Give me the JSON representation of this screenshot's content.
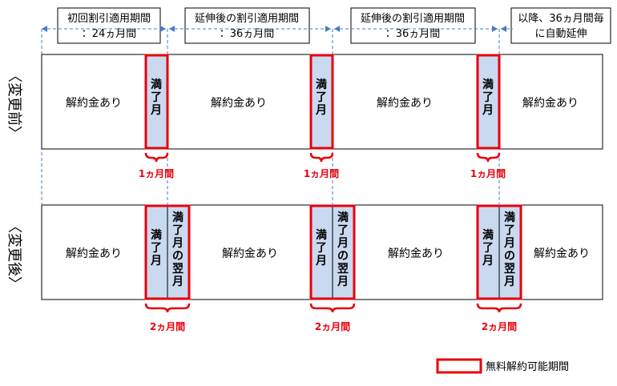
{
  "periods": [
    {
      "line1": "初回割引適用期間",
      "line2": "：24ヵ月間"
    },
    {
      "line1": "延伸後の割引適用期間",
      "line2": "：36ヵ月間"
    },
    {
      "line1": "延伸後の割引適用期間",
      "line2": "：36ヵ月間"
    },
    {
      "line1": "以降、36ヵ月間毎",
      "line2": "に自動延伸"
    }
  ],
  "before": {
    "label": "〈変更前〉",
    "fee_text": "解約金あり",
    "month_label": "満了月",
    "window_label": "1ヵ月間"
  },
  "after": {
    "label": "〈変更後〉",
    "fee_text": "解約金あり",
    "month_label": "満了月",
    "next_month_label": "満了月の翌月",
    "window_label": "2ヵ月間"
  },
  "legend": {
    "label": "無料解約可能期間"
  },
  "colors": {
    "red": "#e8000b",
    "month_fill": "#c9d9f0",
    "dash": "#4a7ac8",
    "border": "#000000"
  }
}
